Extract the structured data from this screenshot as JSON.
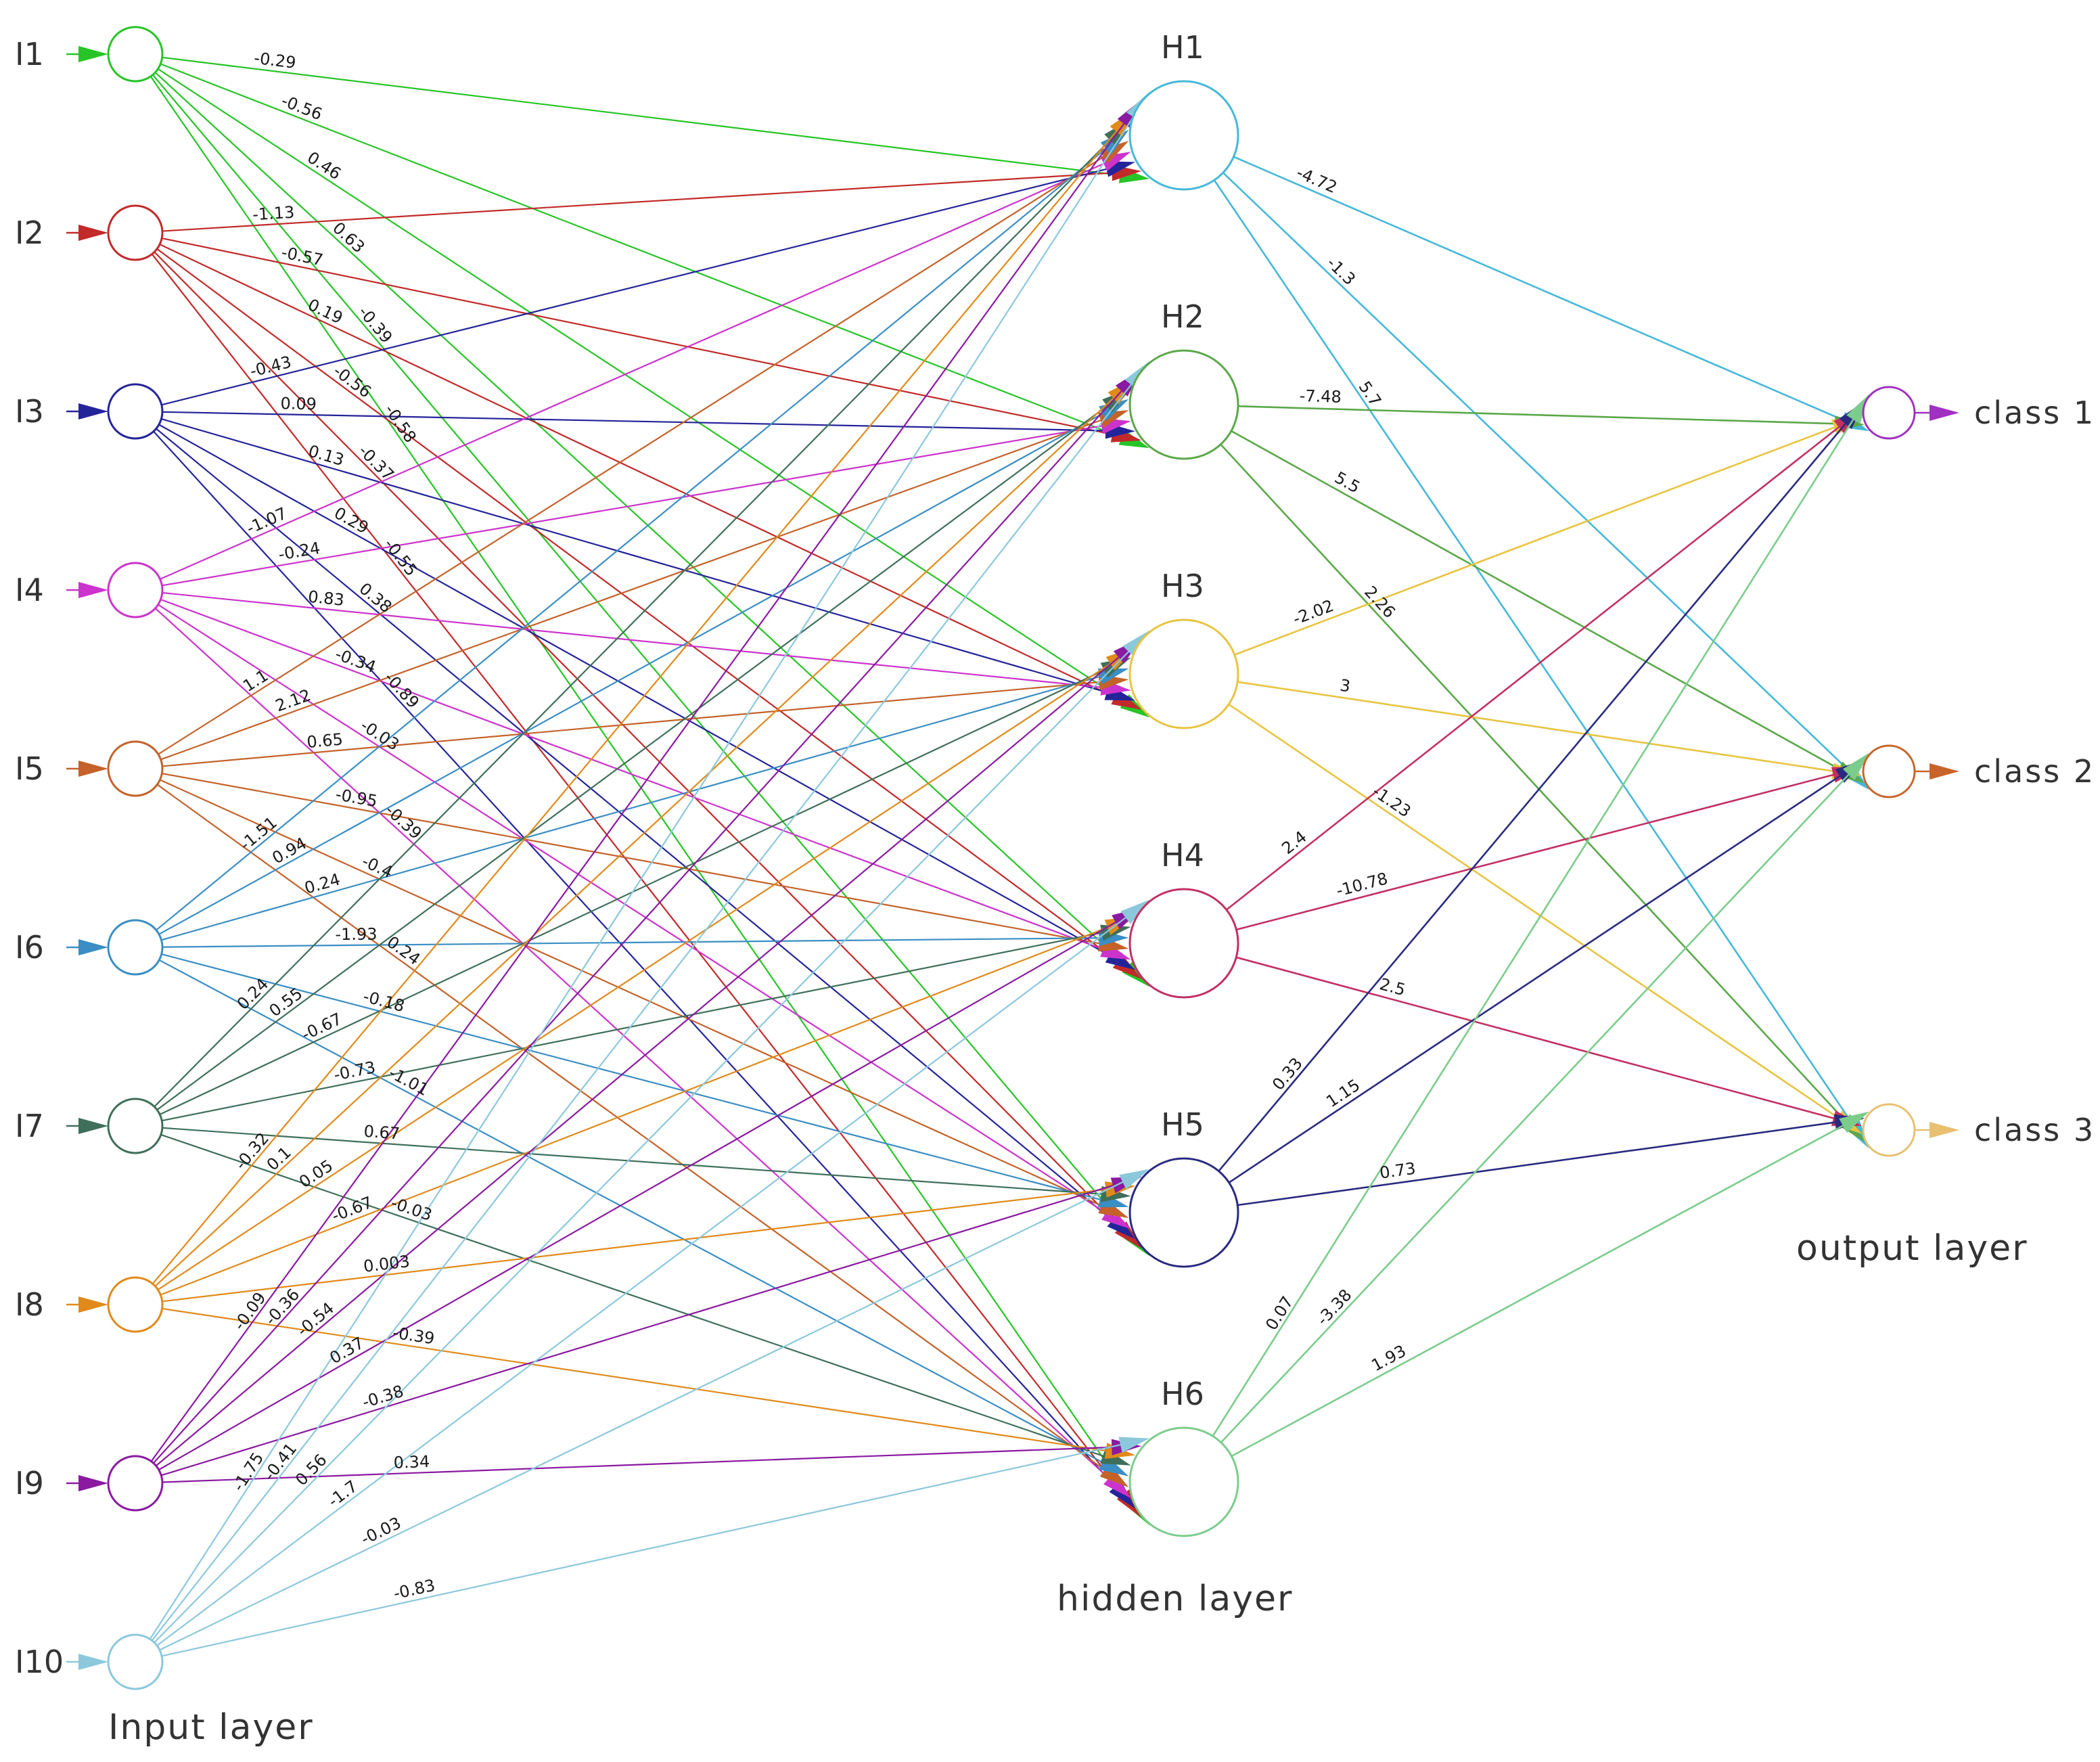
{
  "layers": {
    "input_label": "Input layer",
    "hidden_label": "hidden layer",
    "output_label": "output layer"
  },
  "inputs": [
    {
      "label": "I1",
      "color": "#27c427"
    },
    {
      "label": "I2",
      "color": "#c22a2a"
    },
    {
      "label": "I3",
      "color": "#24249a"
    },
    {
      "label": "I4",
      "color": "#cc33cc"
    },
    {
      "label": "I5",
      "color": "#c4622a"
    },
    {
      "label": "I6",
      "color": "#3a8ec4"
    },
    {
      "label": "I7",
      "color": "#3f6f5a"
    },
    {
      "label": "I8",
      "color": "#e08a1a"
    },
    {
      "label": "I9",
      "color": "#8a1aa0"
    },
    {
      "label": "I10",
      "color": "#8cc8dc"
    }
  ],
  "hidden": [
    {
      "label": "H1",
      "color": "#46b8d8"
    },
    {
      "label": "H2",
      "color": "#5aa848"
    },
    {
      "label": "H3",
      "color": "#e8c440"
    },
    {
      "label": "H4",
      "color": "#c23060"
    },
    {
      "label": "H5",
      "color": "#2a2a80"
    },
    {
      "label": "H6",
      "color": "#7ccc8c"
    }
  ],
  "outputs": [
    {
      "label": "class  1",
      "color": "#a030c0"
    },
    {
      "label": "class  2",
      "color": "#c8642a"
    },
    {
      "label": "class  3",
      "color": "#e8c070"
    }
  ],
  "input_hidden_weights": [
    [
      "-0.29",
      "-0.56",
      "0.46",
      "0.63",
      "-0.39",
      "-0.58"
    ],
    [
      "-1.13",
      "-0.57",
      "0.19",
      "-0.56",
      "-0.37",
      "-0.55"
    ],
    [
      "-0.43",
      "0.09",
      "0.13",
      "0.29",
      "0.38",
      "-0.89"
    ],
    [
      "-1.07",
      "-0.24",
      "0.83",
      "-0.34",
      "-0.03",
      "-0.39"
    ],
    [
      "1.1",
      "2.12",
      "0.65",
      "-0.95",
      "-0.4",
      "0.24"
    ],
    [
      "-1.51",
      "0.94",
      "0.24",
      "-1.93",
      "-0.18",
      "-1.01"
    ],
    [
      "0.24",
      "0.55",
      "-0.67",
      "-0.73",
      "0.67",
      "-0.03"
    ],
    [
      "-0.32",
      "0.1",
      "0.05",
      "-0.67",
      "0.003",
      "-0.39"
    ],
    [
      "-0.09",
      "-0.36",
      "-0.54",
      "0.37",
      "-0.38",
      "0.34"
    ],
    [
      "-1.75",
      "-0.41",
      "0.56",
      "-1.7",
      "-0.03",
      "-0.83"
    ]
  ],
  "hidden_output_weights": [
    [
      "-4.72",
      "-1.3",
      "5.7"
    ],
    [
      "-7.48",
      "5.5",
      "2.26"
    ],
    [
      "-2.02",
      "3",
      "-1.23"
    ],
    [
      "2.4",
      "-10.78",
      "2.5"
    ],
    [
      "0.33",
      "1.15",
      "0.73"
    ],
    [
      "0.07",
      "-3.38",
      "1.93"
    ]
  ]
}
